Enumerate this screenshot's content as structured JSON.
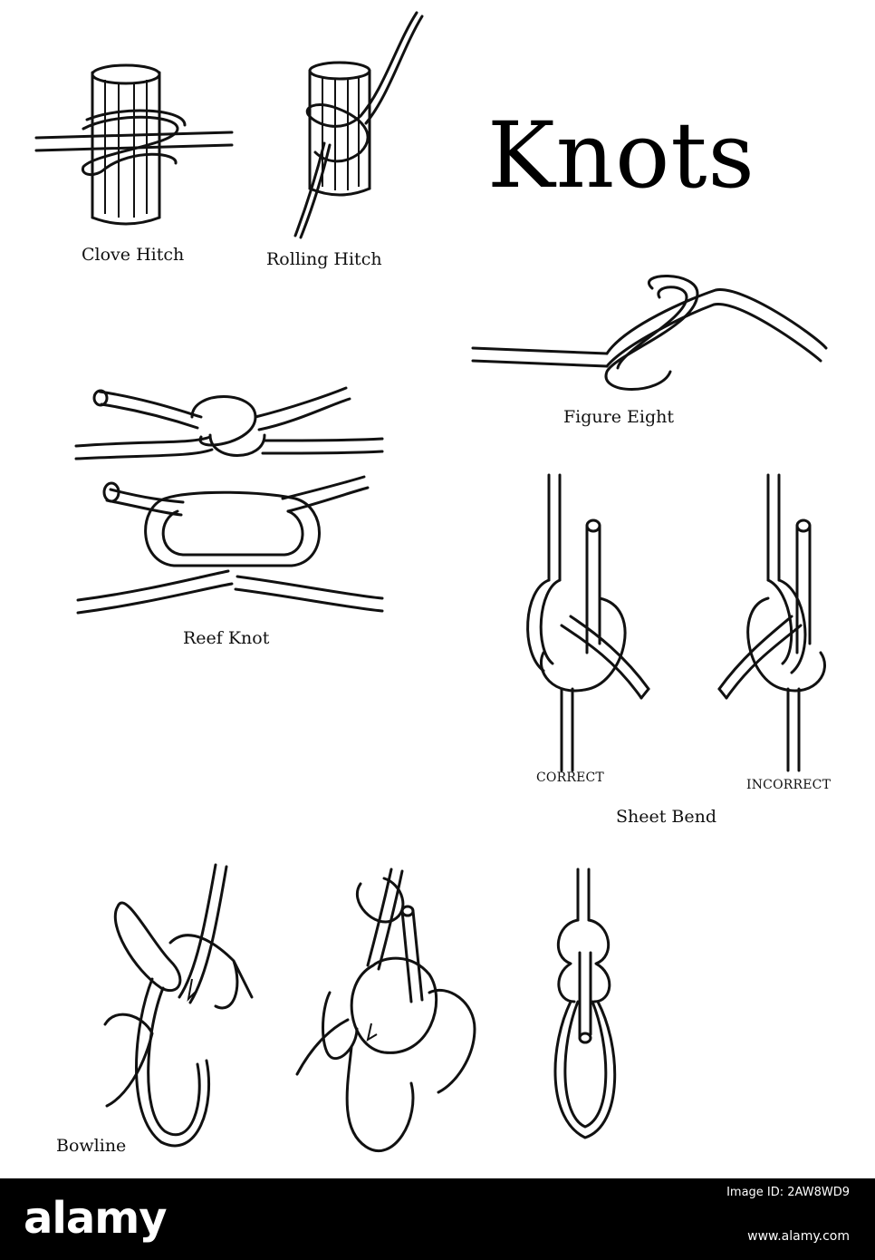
{
  "page": {
    "title": "Knots"
  },
  "knots": {
    "clove_hitch": "Clove Hitch",
    "rolling_hitch": "Rolling Hitch",
    "figure_eight": "Figure Eight",
    "reef_knot": "Reef Knot",
    "sheet_bend": "Sheet Bend",
    "correct": "CORRECT",
    "incorrect": "INCORRECT",
    "bowline": "Bowline"
  },
  "footer": {
    "logo": "alamy",
    "image_id": "Image ID: 2AW8WD9",
    "site": "www.alamy.com"
  }
}
